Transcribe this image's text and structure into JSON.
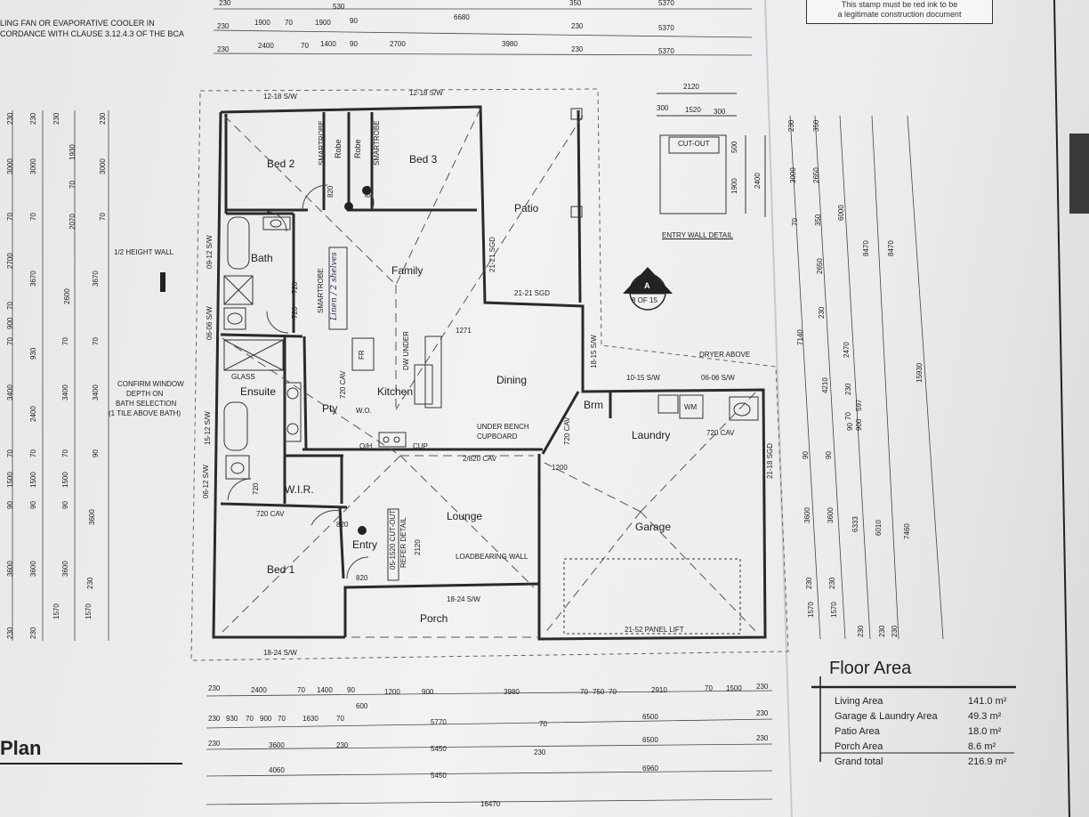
{
  "header_notes": {
    "line1": "LING FAN OR EVAPORATIVE COOLER IN",
    "line2": "CORDANCE WITH CLAUSE 3.12.4.3 OF THE BCA",
    "stamp_line1": "This stamp must be red ink to be",
    "stamp_line2": "a legitimate construction document"
  },
  "top_dims": {
    "row0": [
      "230",
      "530",
      "350",
      "5370"
    ],
    "row1": [
      "230",
      "1900",
      "70",
      "1900",
      "90",
      "6680",
      "230",
      "5370"
    ],
    "row2": [
      "230",
      "2400",
      "70",
      "1400",
      "90",
      "2700",
      "3980",
      "230",
      "5370"
    ]
  },
  "rooms": {
    "bed2": "Bed 2",
    "bed3": "Bed 3",
    "robe1": "Robe",
    "robe2": "Robe",
    "smartrobe1": "SMARTROBE",
    "smartrobe2": "SMARTROBE",
    "smartrobe3": "SMARTROBE",
    "bath": "Bath",
    "family": "Family",
    "patio": "Patio",
    "dining": "Dining",
    "kitchen": "Kitchen",
    "pty": "Pty",
    "ensuite": "Ensuite",
    "glass": "GLASS",
    "wir": "W.I.R.",
    "lounge": "Lounge",
    "entry": "Entry",
    "bed1": "Bed 1",
    "porch": "Porch",
    "garage": "Garage",
    "laundry": "Laundry",
    "brm": "Brm",
    "wm": "WM",
    "fr": "FR",
    "wo": "W.O.",
    "oh": "O/H",
    "cup": "CUP",
    "dw_under": "DW UNDER"
  },
  "annotations": {
    "sw_12_18_a": "12-18 S/W",
    "sw_12_18_b": "12-18 S/W",
    "half_height_wall": "1/2 HEIGHT WALL",
    "sw_09_12": "09-12 S/W",
    "sw_06_06": "06-06 S/W",
    "sw_15_12": "15-12 S/W",
    "sw_06_12": "06-12 S/W",
    "confirm1": "CONFIRM WINDOW",
    "confirm2": "DEPTH ON",
    "confirm3": "BATH SELECTION",
    "confirm4": "(1 TILE ABOVE BATH)",
    "sgd_21_21_v": "21-21 SGD",
    "sgd_21_21_h": "21-21 SGD",
    "d820a": "820",
    "d820b": "820",
    "d820c": "820",
    "d820d": "820",
    "d720a": "720",
    "d720b": "720",
    "d720c": "720",
    "cav720a": "720 CAV",
    "cav720b": "720 CAV",
    "cav720c": "720 CAV",
    "cav720d": "720 CAV",
    "d1271": "1271",
    "sw_18_15": "18-15 S/W",
    "sw_10_15": "10-15 S/W",
    "sw_06_06b": "06-06 S/W",
    "dryer_above": "DRYER ABOVE",
    "under_bench1": "UNDER BENCH",
    "under_bench2": "CUPBOARD",
    "cav2820": "2/820 CAV",
    "d1200": "1200",
    "cutout1": "05-1520 CUT-OUT",
    "cutout2": "REFER DETAIL",
    "d2120": "2120",
    "loadbearing": "LOADBEARING WALL",
    "sw_18_24a": "18-24 S/W",
    "sw_18_24b": "18-24 S/W",
    "sgd_21_18": "21-18 SGD",
    "panel_lift": "21-52 PANEL LIFT",
    "section_a": "A",
    "section_ref": "8 OF 15",
    "entry_detail": "ENTRY WALL DETAIL",
    "cut_out": "CUT-OUT",
    "ed_2120": "2120",
    "ed_300a": "300",
    "ed_1520": "1520",
    "ed_300b": "300",
    "ed_500": "500",
    "ed_1900": "1900",
    "ed_2400": "2400",
    "handwriting": "Linen / 2 shelves"
  },
  "left_dims": {
    "col1": [
      "230",
      "3000",
      "70",
      "2700",
      "70",
      "900",
      "70",
      "3400",
      "70",
      "1500",
      "90",
      "3600",
      "230"
    ],
    "col2": [
      "230",
      "3000",
      "70",
      "3670",
      "930",
      "2400",
      "70",
      "1500",
      "90",
      "3600",
      "230"
    ],
    "col3": [
      "230",
      "1930",
      "70",
      "2070",
      "2600",
      "70",
      "3400",
      "70",
      "1500",
      "90",
      "3600",
      "1570"
    ],
    "col4": [
      "230",
      "3000",
      "70",
      "3670",
      "70",
      "3400",
      "90",
      "3600",
      "230",
      "1570"
    ]
  },
  "right_dims": {
    "col1": [
      "230",
      "3000",
      "70",
      "7140",
      "90",
      "3600",
      "230",
      "1570"
    ],
    "col2": [
      "350",
      "2650",
      "350",
      "2650",
      "230",
      "4210",
      "90",
      "3600",
      "230",
      "1570"
    ],
    "col3": [
      "6000",
      "2470",
      "230",
      "70",
      "597",
      "900",
      "90",
      "6333",
      "230"
    ],
    "col4": [
      "8470",
      "6010",
      "230"
    ],
    "col5": [
      "8470",
      "15930",
      "7460",
      "230"
    ]
  },
  "bottom_dims": {
    "row1": [
      "230",
      "2400",
      "70",
      "1400",
      "90",
      "600",
      "1200",
      "900",
      "3980",
      "70",
      "750",
      "70",
      "2910",
      "70",
      "1500",
      "230"
    ],
    "row2": [
      "230",
      "930",
      "70",
      "900",
      "70",
      "1630",
      "70",
      "5770",
      "70",
      "6500",
      "230"
    ],
    "row3": [
      "230",
      "3600",
      "230",
      "5450",
      "230",
      "6500",
      "230"
    ],
    "row4": [
      "4060",
      "5450",
      "6960"
    ],
    "row5": [
      "16470"
    ]
  },
  "plan_title": "Plan",
  "floor_area": {
    "title": "Floor Area",
    "rows": [
      {
        "label": "Living Area",
        "value": "141.0 m²"
      },
      {
        "label": "Garage & Laundry Area",
        "value": "49.3 m²"
      },
      {
        "label": "Patio Area",
        "value": "18.0 m²"
      },
      {
        "label": "Porch Area",
        "value": "8.6 m²"
      },
      {
        "label": "Grand total",
        "value": "216.9 m²"
      }
    ]
  }
}
